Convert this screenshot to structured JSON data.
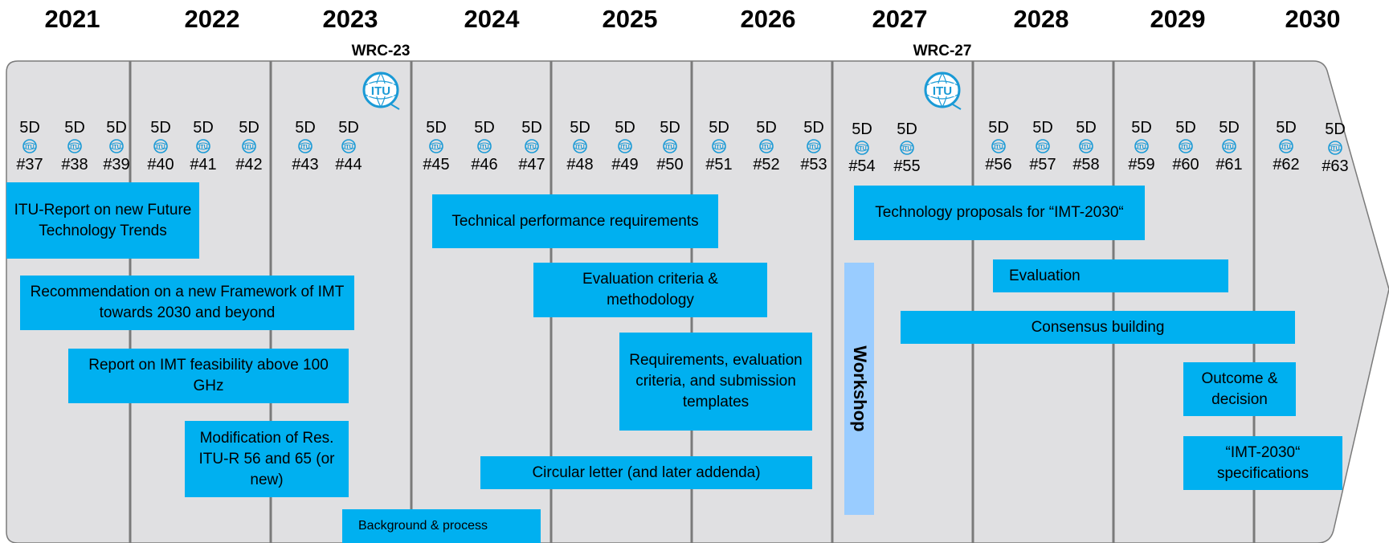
{
  "years": [
    "2021",
    "2022",
    "2023",
    "2024",
    "2025",
    "2026",
    "2027",
    "2028",
    "2029",
    "2030"
  ],
  "wrc": [
    {
      "label": "WRC-23",
      "logo": "itu-logo"
    },
    {
      "label": "WRC-27",
      "logo": "itu-logo"
    }
  ],
  "meetings": [
    {
      "top": "5D",
      "num": "#37"
    },
    {
      "top": "5D",
      "num": "#38"
    },
    {
      "top": "5D",
      "num": "#39"
    },
    {
      "top": "5D",
      "num": "#40"
    },
    {
      "top": "5D",
      "num": "#41"
    },
    {
      "top": "5D",
      "num": "#42"
    },
    {
      "top": "5D",
      "num": "#43"
    },
    {
      "top": "5D",
      "num": "#44"
    },
    {
      "top": "5D",
      "num": "#45"
    },
    {
      "top": "5D",
      "num": "#46"
    },
    {
      "top": "5D",
      "num": "#47"
    },
    {
      "top": "5D",
      "num": "#48"
    },
    {
      "top": "5D",
      "num": "#49"
    },
    {
      "top": "5D",
      "num": "#50"
    },
    {
      "top": "5D",
      "num": "#51"
    },
    {
      "top": "5D",
      "num": "#52"
    },
    {
      "top": "5D",
      "num": "#53"
    },
    {
      "top": "5D",
      "num": "#54"
    },
    {
      "top": "5D",
      "num": "#55"
    },
    {
      "top": "5D",
      "num": "#56"
    },
    {
      "top": "5D",
      "num": "#57"
    },
    {
      "top": "5D",
      "num": "#58"
    },
    {
      "top": "5D",
      "num": "#59"
    },
    {
      "top": "5D",
      "num": "#60"
    },
    {
      "top": "5D",
      "num": "#61"
    },
    {
      "top": "5D",
      "num": "#62"
    },
    {
      "top": "5D",
      "num": "#63"
    }
  ],
  "boxes": {
    "itu_report": "ITU-Report on new Future Technology Trends",
    "recommendation": "Recommendation on a new Framework of IMT towards 2030 and beyond",
    "feasibility": "Report on IMT feasibility above 100 GHz",
    "modification": "Modification of Res. ITU-R 56 and 65 (or new)",
    "background": "Background & process",
    "tech_perf": "Technical performance requirements",
    "eval_criteria": "Evaluation criteria & methodology",
    "requirements": "Requirements, evaluation criteria, and submission templates",
    "circular": "Circular letter (and later addenda)",
    "workshop": "Workshop",
    "tech_proposals": "Technology proposals for “IMT-2030“",
    "evaluation": "Evaluation",
    "consensus": "Consensus building",
    "outcome": "Outcome & decision",
    "specs": "“IMT-2030“ specifications"
  },
  "colors": {
    "band": "#e0e0e2",
    "box": "#00b0f0",
    "workshop": "#99ccff",
    "divider": "#7a7a7a",
    "logo": "#1a9ad6"
  }
}
